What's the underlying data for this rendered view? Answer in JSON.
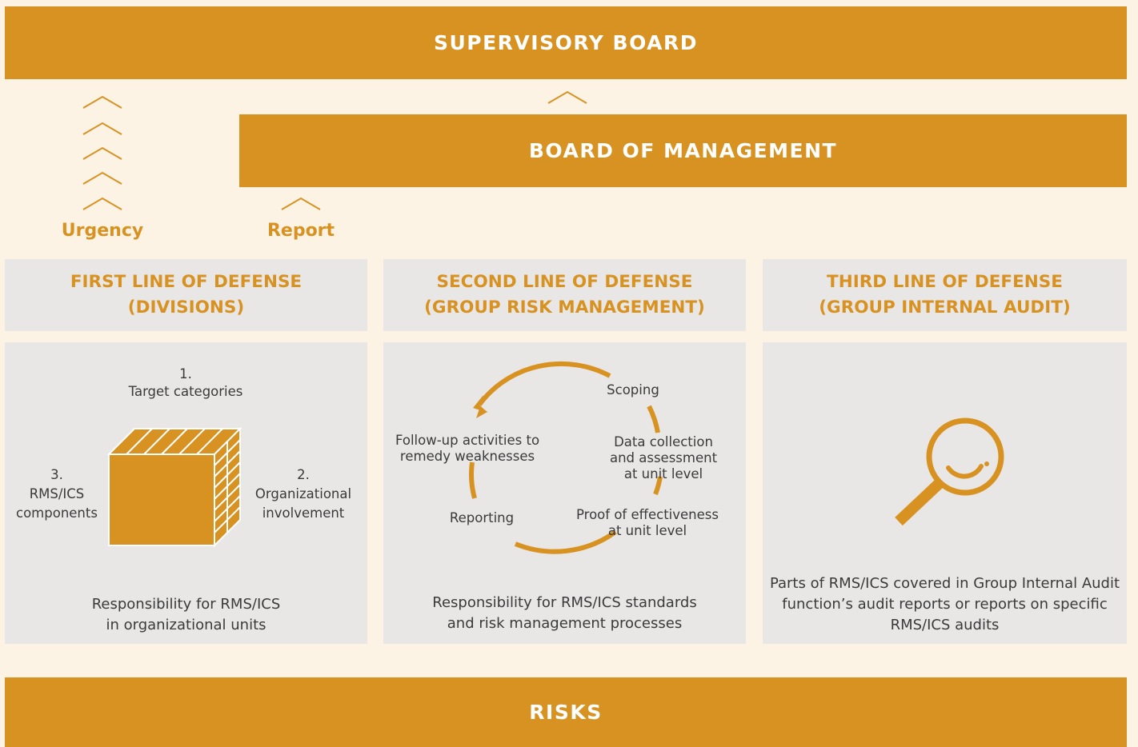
{
  "top_bar": {
    "title": "SUPERVISORY BOARD"
  },
  "management_bar": {
    "title": "BOARD OF MANAGEMENT"
  },
  "bottom_bar": {
    "title": "RISKS"
  },
  "labels": {
    "urgency": "Urgency",
    "report": "Report"
  },
  "lines": [
    {
      "title_line1": "FIRST LINE OF DEFENSE",
      "title_line2": "(DIVISIONS)",
      "cube": {
        "dim1_num": "1.",
        "dim1_label": "Target categories",
        "dim2_num": "2.",
        "dim2_label1": "Organizational",
        "dim2_label2": "involvement",
        "dim3_num": "3.",
        "dim3_label1": "RMS/ICS",
        "dim3_label2": "components"
      },
      "caption_line1": "Responsibility for RMS/ICS",
      "caption_line2": "in organizational units"
    },
    {
      "title_line1": "SECOND LINE OF DEFENSE",
      "title_line2": "(GROUP RISK MANAGEMENT)",
      "cycle": {
        "scoping": "Scoping",
        "data1": "Data collection",
        "data2": "and assessment",
        "data3": "at unit level",
        "proof1": "Proof of effectiveness",
        "proof2": "at unit level",
        "reporting": "Reporting",
        "follow1": "Follow-up activities to",
        "follow2": "remedy weaknesses"
      },
      "caption_line1": "Responsibility for RMS/ICS standards",
      "caption_line2": "and risk management processes"
    },
    {
      "title_line1": "THIRD LINE OF DEFENSE",
      "title_line2": "(GROUP INTERNAL AUDIT)",
      "icon": "magnifier-icon",
      "caption_line1": "Parts of RMS/ICS covered in Group Internal Audit",
      "caption_line2": "function’s audit reports or reports on specific",
      "caption_line3": "RMS/ICS audits"
    }
  ],
  "colors": {
    "accent": "#d79222",
    "background": "#fdf3e4",
    "panel": "#e9e7e6",
    "text": "#3a3a3a"
  }
}
